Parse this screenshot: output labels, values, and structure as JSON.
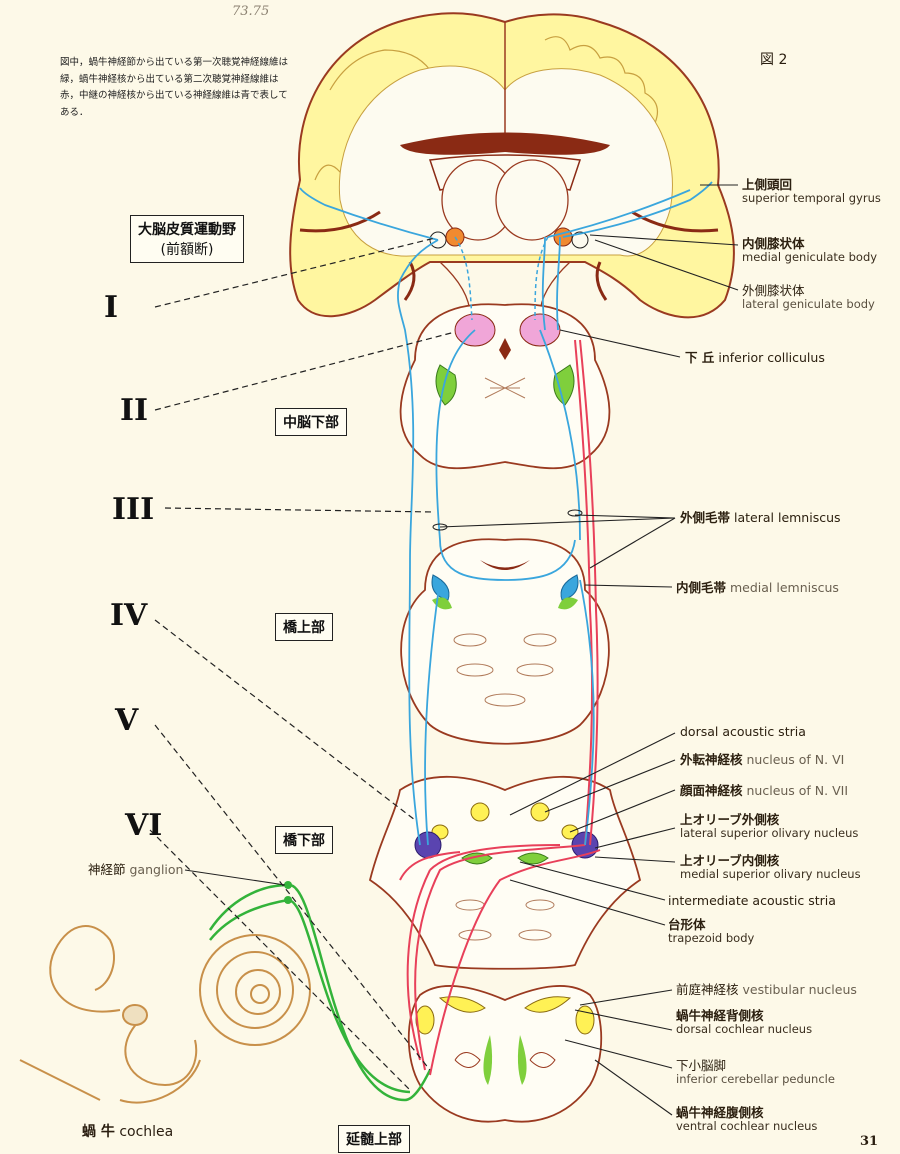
{
  "figure_label": "図 2",
  "handwritten_note": "73.75",
  "caption": "図中，蝸牛神経節から出ている第一次聴覚神経線維は緑，蝸牛神経核から出ている第二次聴覚神経線維は赤，中継の神経核から出ている神経線維は青で表してある．",
  "section_boxes": {
    "cortex": "大脳皮質運動野",
    "cortex_sub": "(前額断)",
    "midbrain": "中脳下部",
    "upper_pons": "橋上部",
    "lower_pons": "橋下部",
    "upper_medulla": "延髄上部"
  },
  "levels": [
    "VI",
    "V",
    "IV",
    "III",
    "II",
    "I"
  ],
  "labels": {
    "sup_temporal_jp": "上側頭回",
    "sup_temporal_en": "superior temporal gyrus",
    "mgb_jp": "内側膝状体",
    "mgb_en": "medial geniculate body",
    "lgb_jp": "外側膝状体",
    "lgb_en": "lateral geniculate body",
    "inf_colliculus_jp": "下 丘",
    "inf_colliculus_en": "inferior colliculus",
    "lat_lemniscus_jp": "外側毛帯",
    "lat_lemniscus_en": "lateral lemniscus",
    "med_lemniscus_jp": "内側毛帯",
    "med_lemniscus_en": "medial lemniscus",
    "dorsal_stria": "dorsal acoustic stria",
    "abducens_jp": "外転神経核",
    "abducens_en": "nucleus of N. VI",
    "facial_jp": "顔面神経核",
    "facial_en": "nucleus of N. VII",
    "lso_jp": "上オリーブ外側核",
    "lso_en": "lateral superior olivary nucleus",
    "mso_jp": "上オリーブ内側核",
    "mso_en": "medial superior olivary nucleus",
    "intermediate_stria": "intermediate acoustic stria",
    "trapezoid_jp": "台形体",
    "trapezoid_en": "trapezoid body",
    "vestibular_jp": "前庭神経核",
    "vestibular_en": "vestibular nucleus",
    "dcn_jp": "蝸牛神経背側核",
    "dcn_en": "dorsal cochlear nucleus",
    "icp_jp": "下小脳脚",
    "icp_en": "inferior cerebellar peduncle",
    "vcn_jp": "蝸牛神経腹側核",
    "vcn_en": "ventral cochlear nucleus",
    "ganglion_jp": "神経節",
    "ganglion_en": "ganglion",
    "cochlea_jp": "蝸 牛",
    "cochlea_en": "cochlea"
  },
  "page_number": "31",
  "colors": {
    "background": "#fdf9e8",
    "cortex_yellow": "#fff6a0",
    "outline_brown": "#8a2a14",
    "primary_fibers_green": "#33b33a",
    "secondary_fibers_red": "#e8405a",
    "relay_fibers_blue": "#3aa6dd",
    "inf_colliculus_pink": "#f0a6d8",
    "nucleus_green": "#7fcf3c",
    "olive_purple": "#5a44b0",
    "cochlea_tan": "#c8904a"
  }
}
